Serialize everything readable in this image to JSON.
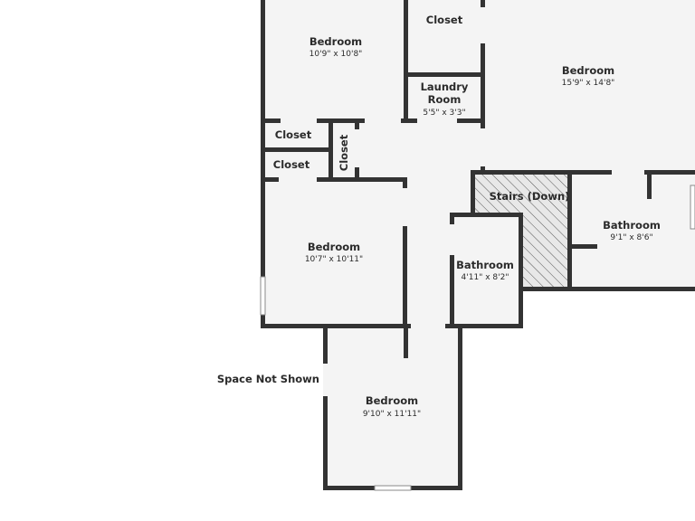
{
  "floorplan": {
    "rooms": [
      {
        "id": "bedroom_nw",
        "name": "Bedroom",
        "dims": "10'9\" x 10'8\""
      },
      {
        "id": "closet_top",
        "name": "Closet",
        "dims": ""
      },
      {
        "id": "bedroom_ne",
        "name": "Bedroom",
        "dims": "15'9\" x 14'8\""
      },
      {
        "id": "laundry",
        "name": "Laundry Room",
        "name_lines": [
          "Laundry",
          "Room"
        ],
        "dims": "5'5\" x 3'3\""
      },
      {
        "id": "closet_1",
        "name": "Closet",
        "dims": ""
      },
      {
        "id": "closet_2",
        "name": "Closet",
        "dims": ""
      },
      {
        "id": "closet_vertical",
        "name": "Closet",
        "dims": ""
      },
      {
        "id": "stairs",
        "name": "Stairs (Down)",
        "dims": ""
      },
      {
        "id": "bathroom_east",
        "name": "Bathroom",
        "dims": "9'1\" x 8'6\""
      },
      {
        "id": "bedroom_west",
        "name": "Bedroom",
        "dims": "10'7\" x 10'11\""
      },
      {
        "id": "bathroom_center",
        "name": "Bathroom",
        "dims": "4'11\" x 8'2\""
      },
      {
        "id": "bedroom_south",
        "name": "Bedroom",
        "dims": "9'10\" x 11'11\""
      }
    ],
    "annotations": {
      "space_not_shown": "Space Not Shown"
    },
    "colors": {
      "wall": "#333333",
      "floor": "#f4f4f4",
      "stairs_hatch": "#555555",
      "background": "#ffffff"
    }
  }
}
